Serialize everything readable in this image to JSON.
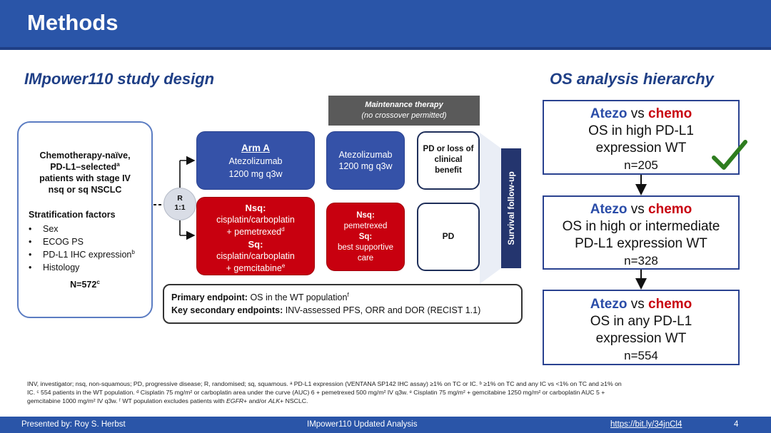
{
  "header": {
    "title": "Methods"
  },
  "study_design": {
    "title": "IMpower110 study design",
    "population": {
      "description": [
        "Chemotherapy-naïve,",
        "PD-L1–selected",
        "patients with stage IV",
        "nsq or sq NSCLC"
      ],
      "description_sup": "a",
      "strat_title": "Stratification factors",
      "strat_items": [
        "Sex",
        "ECOG PS",
        "PD-L1 IHC expression",
        "Histology"
      ],
      "strat_sup": "b",
      "n": "N=572",
      "n_sup": "c"
    },
    "randomisation": {
      "line1": "R",
      "line2": "1:1"
    },
    "maintenance": {
      "title": "Maintenance therapy",
      "subtitle": "(no crossover permitted)"
    },
    "arm_a": {
      "title": "Arm A",
      "drug": "Atezolizumab",
      "dose": "1200 mg q3w"
    },
    "arm_a_maint": {
      "drug": "Atezolizumab",
      "dose": "1200 mg q3w"
    },
    "arm_a_outcome": "PD or loss of clinical benefit",
    "arm_b": {
      "nsq_label": "Nsq:",
      "nsq_line1": "cisplatin/carboplatin",
      "nsq_line2": "+ pemetrexed",
      "nsq_sup": "d",
      "sq_label": "Sq:",
      "sq_line1": "cisplatin/carboplatin",
      "sq_line2": "+ gemcitabine",
      "sq_sup": "e"
    },
    "arm_b_maint": {
      "nsq_label": "Nsq:",
      "nsq_text": "pemetrexed",
      "sq_label": "Sq:",
      "sq_line1": "best supportive",
      "sq_line2": "care"
    },
    "arm_b_outcome": "PD",
    "survival": "Survival follow-up",
    "endpoints": {
      "primary_label": "Primary endpoint:",
      "primary_text": " OS in the WT population",
      "primary_sup": "f",
      "secondary_label": "Key secondary endpoints:",
      "secondary_text": " INV-assessed PFS, ORR and DOR (RECIST 1.1)"
    }
  },
  "hierarchy": {
    "title": "OS analysis hierarchy",
    "atezo": "Atezo",
    "vs": " vs ",
    "chemo": "chemo",
    "levels": [
      {
        "line1": "OS in high PD-L1",
        "line2": "expression WT",
        "n": "n=205"
      },
      {
        "line1": "OS in high or intermediate",
        "line2": "PD-L1 expression WT",
        "n": "n=328"
      },
      {
        "line1": "OS in any PD-L1",
        "line2": "expression WT",
        "n": "n=554"
      }
    ],
    "check_color": "#2e7d1f"
  },
  "footnotes": {
    "line1": "INV, investigator; nsq, non-squamous; PD, progressive disease; R, randomised; sq, squamous. ᵃ PD-L1 expression (VENTANA SP142 IHC assay) ≥1% on TC or IC. ᵇ ≥1% on TC and any IC vs <1% on TC and ≥1% on",
    "line2": "IC. ᶜ 554 patients in the WT population. ᵈ Cisplatin 75 mg/m² or carboplatin area under the curve (AUC) 6 + pemetrexed 500 mg/m² IV q3w. ᵉ Cisplatin 75 mg/m² + gemcitabine 1250 mg/m² or carboplatin AUC 5 +",
    "line3_a": "gemcitabine 1000 mg/m² IV q3w. ᶠ WT population excludes patients with ",
    "line3_egfr": "EGFR",
    "line3_b": "+ and/or ",
    "line3_alk": "ALK",
    "line3_c": "+ NSCLC."
  },
  "bottom_bar": {
    "presenter": "Presented by: Roy S. Herbst",
    "center": "IMpower110 Updated Analysis",
    "link": "https://bit.ly/34jnCl4",
    "page": "4"
  },
  "colors": {
    "header": "#2a55a8",
    "arm_a": "#3552a8",
    "arm_b": "#c8000f",
    "atezo_text": "#2a4ca8",
    "chemo_text": "#c8000f"
  }
}
